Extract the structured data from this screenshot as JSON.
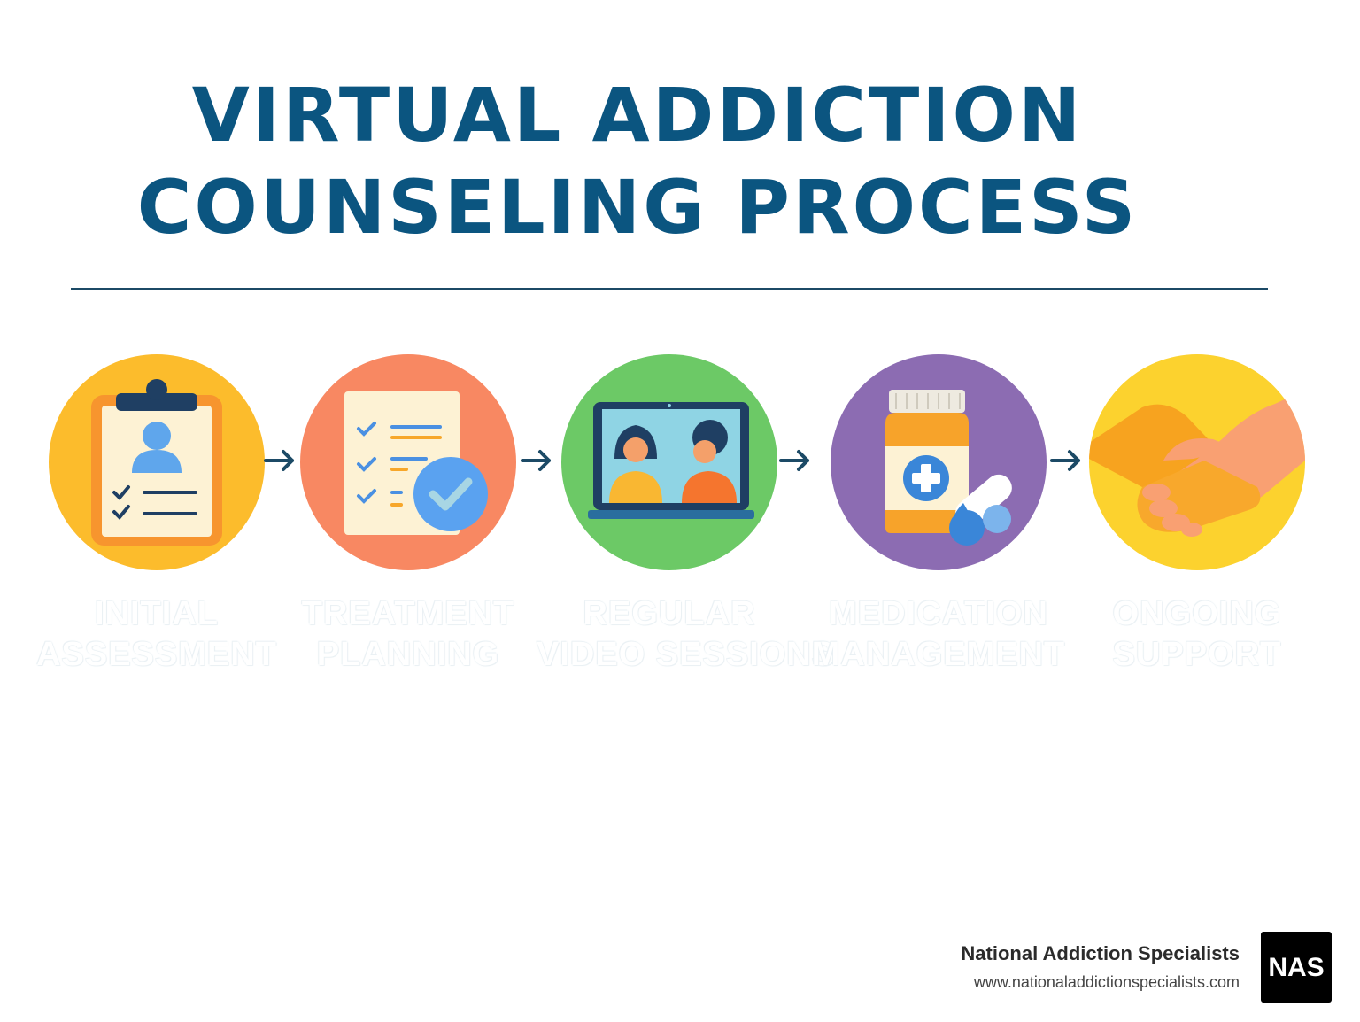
{
  "title": {
    "line1": "VIRTUAL ADDICTION",
    "line2": "COUNSELING PROCESS"
  },
  "steps": [
    {
      "line1": "INITIAL",
      "line2": "ASSESSMENT",
      "icon": "clipboard-profile-icon",
      "color": "#fcbc2c"
    },
    {
      "line1": "TREATMENT",
      "line2": "PLANNING",
      "icon": "checklist-document-icon",
      "color": "#f88862"
    },
    {
      "line1": "REGULAR",
      "line2": "VIDEO SESSIONS",
      "icon": "video-call-laptop-icon",
      "color": "#6cc966"
    },
    {
      "line1": "MEDICATION",
      "line2": "MANAGEMENT",
      "icon": "medicine-bottle-icon",
      "color": "#8c6cb2"
    },
    {
      "line1": "ONGOING",
      "line2": "SUPPORT",
      "icon": "handshake-icon",
      "color": "#fcd22e"
    }
  ],
  "brand": {
    "name": "National Addiction Specialists",
    "url": "www.nationaladdictionspecialists.com",
    "logo_text": "NAS"
  },
  "colors": {
    "title": "#0b5580",
    "arrow": "#1c4a66"
  }
}
